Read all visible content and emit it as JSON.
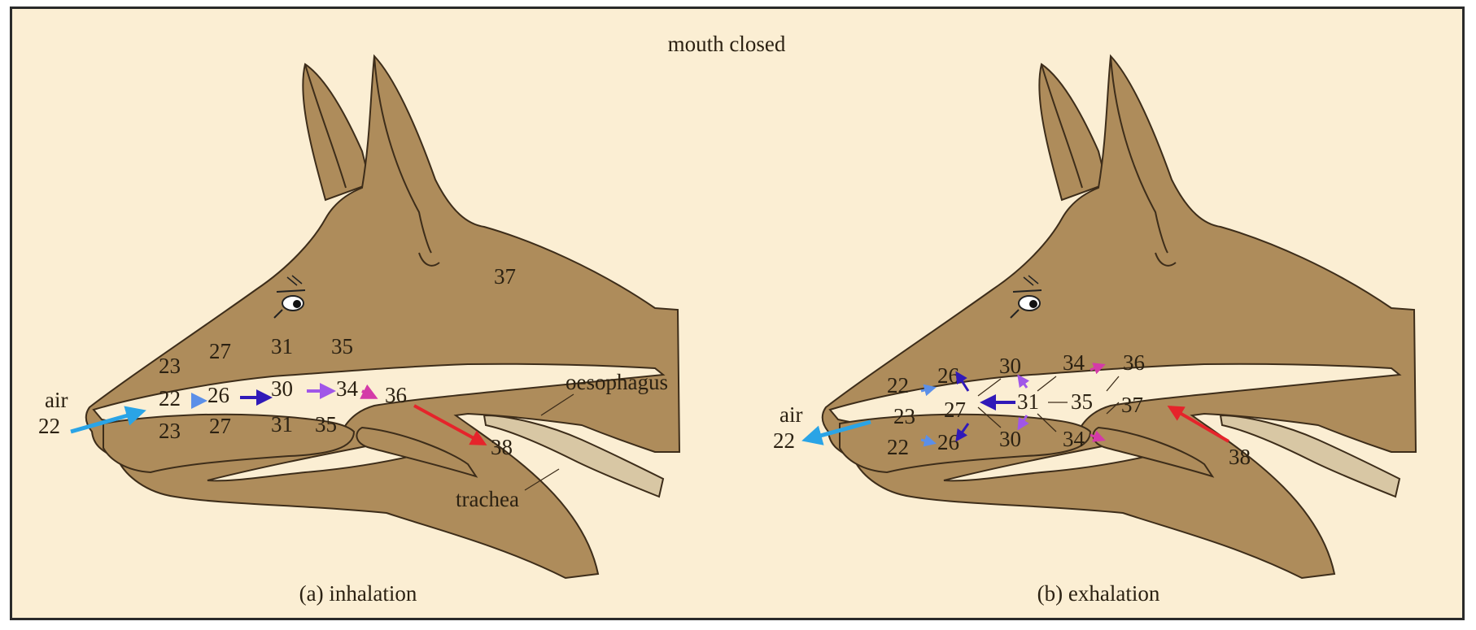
{
  "figure": {
    "title": "mouth closed",
    "labels_common": {
      "air": "air",
      "oesophagus": "oesophagus",
      "trachea": "trachea"
    },
    "panel_a": {
      "caption": "(a) inhalation",
      "nums": {
        "n22_air": "22",
        "n22_mid": "22",
        "n23_top": "23",
        "n23_bot": "23",
        "n26": "26",
        "n27_top": "27",
        "n27_bot": "27",
        "n30": "30",
        "n31_top": "31",
        "n31_bot": "31",
        "n34": "34",
        "n35_top": "35",
        "n35_bot": "35",
        "n36": "36",
        "n37": "37",
        "n38": "38"
      }
    },
    "panel_b": {
      "caption": "(b) exhalation",
      "nums": {
        "n22_air": "22",
        "n22_top": "22",
        "n22_bot": "22",
        "n23": "23",
        "n26_top": "26",
        "n26_bot": "26",
        "n27": "27",
        "n30_top": "30",
        "n30_bot": "30",
        "n31": "31",
        "n34_top": "34",
        "n34_bot": "34",
        "n35": "35",
        "n36": "36",
        "n37": "37",
        "n38": "38"
      }
    },
    "colors": {
      "background": "#fbeed3",
      "head": "#ae8c5b",
      "air_arrow": "#2aa4e6",
      "arrow_red": "#e5242b",
      "arrow_blue_light": "#5b8fe8",
      "arrow_navy": "#3019b8",
      "arrow_violet": "#a056e8",
      "arrow_magenta": "#d43aa8"
    }
  }
}
